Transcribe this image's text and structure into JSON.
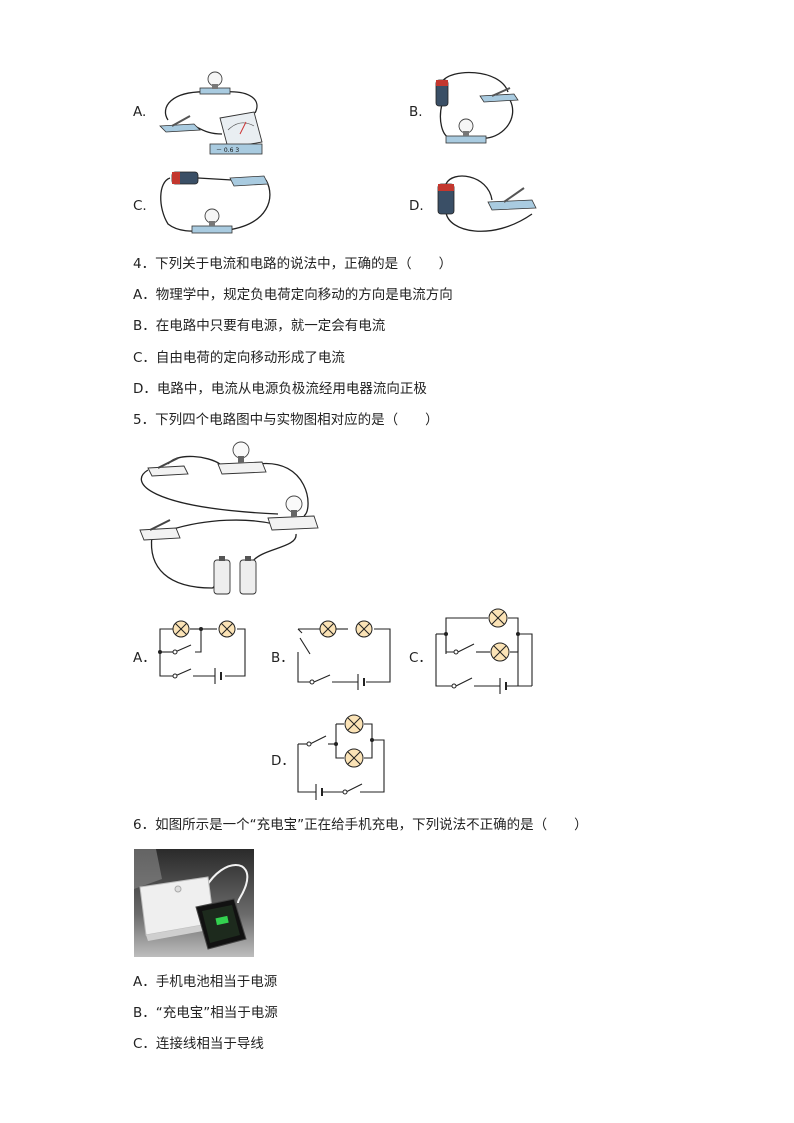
{
  "q3_options": {
    "a": "A.",
    "b": "B.",
    "c": "C.",
    "d": "D.",
    "ammeter_scale": "－ 0.6 3"
  },
  "q4": {
    "stem": "4．下列关于电流和电路的说法中，正确的是（　　）",
    "options": [
      "A．物理学中，规定负电荷定向移动的方向是电流方向",
      "B．在电路中只要有电源，就一定会有电流",
      "C．自由电荷的定向移动形成了电流",
      "D．电路中，电流从电源负极流经用电器流向正极"
    ]
  },
  "q5": {
    "stem": "5．下列四个电路图中与实物图相对应的是（　　）",
    "labels": [
      "A．",
      "B．",
      "C．",
      "D．"
    ]
  },
  "q6": {
    "stem": "6．如图所示是一个“充电宝”正在给手机充电，下列说法不正确的是（　　）",
    "options": [
      "A．手机电池相当于电源",
      "B．“充电宝”相当于电源",
      "C．连接线相当于导线"
    ]
  }
}
